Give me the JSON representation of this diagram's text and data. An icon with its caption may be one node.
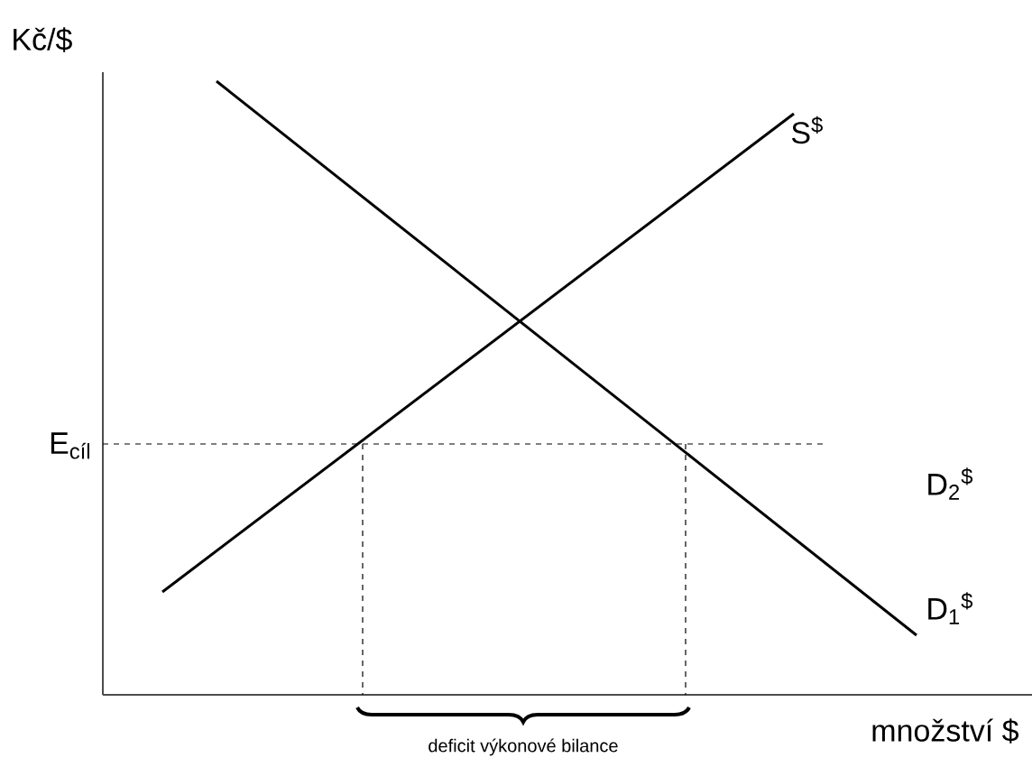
{
  "diagram": {
    "labels": [
      "Kč/$",
      "S$^{$}$",
      "E$_{cíl}$",
      "D$_{2}$$^{$}$",
      "D$_{1}$$^{$}$",
      "deficit výkonové bilance",
      "množství $"
    ]
  }
}
